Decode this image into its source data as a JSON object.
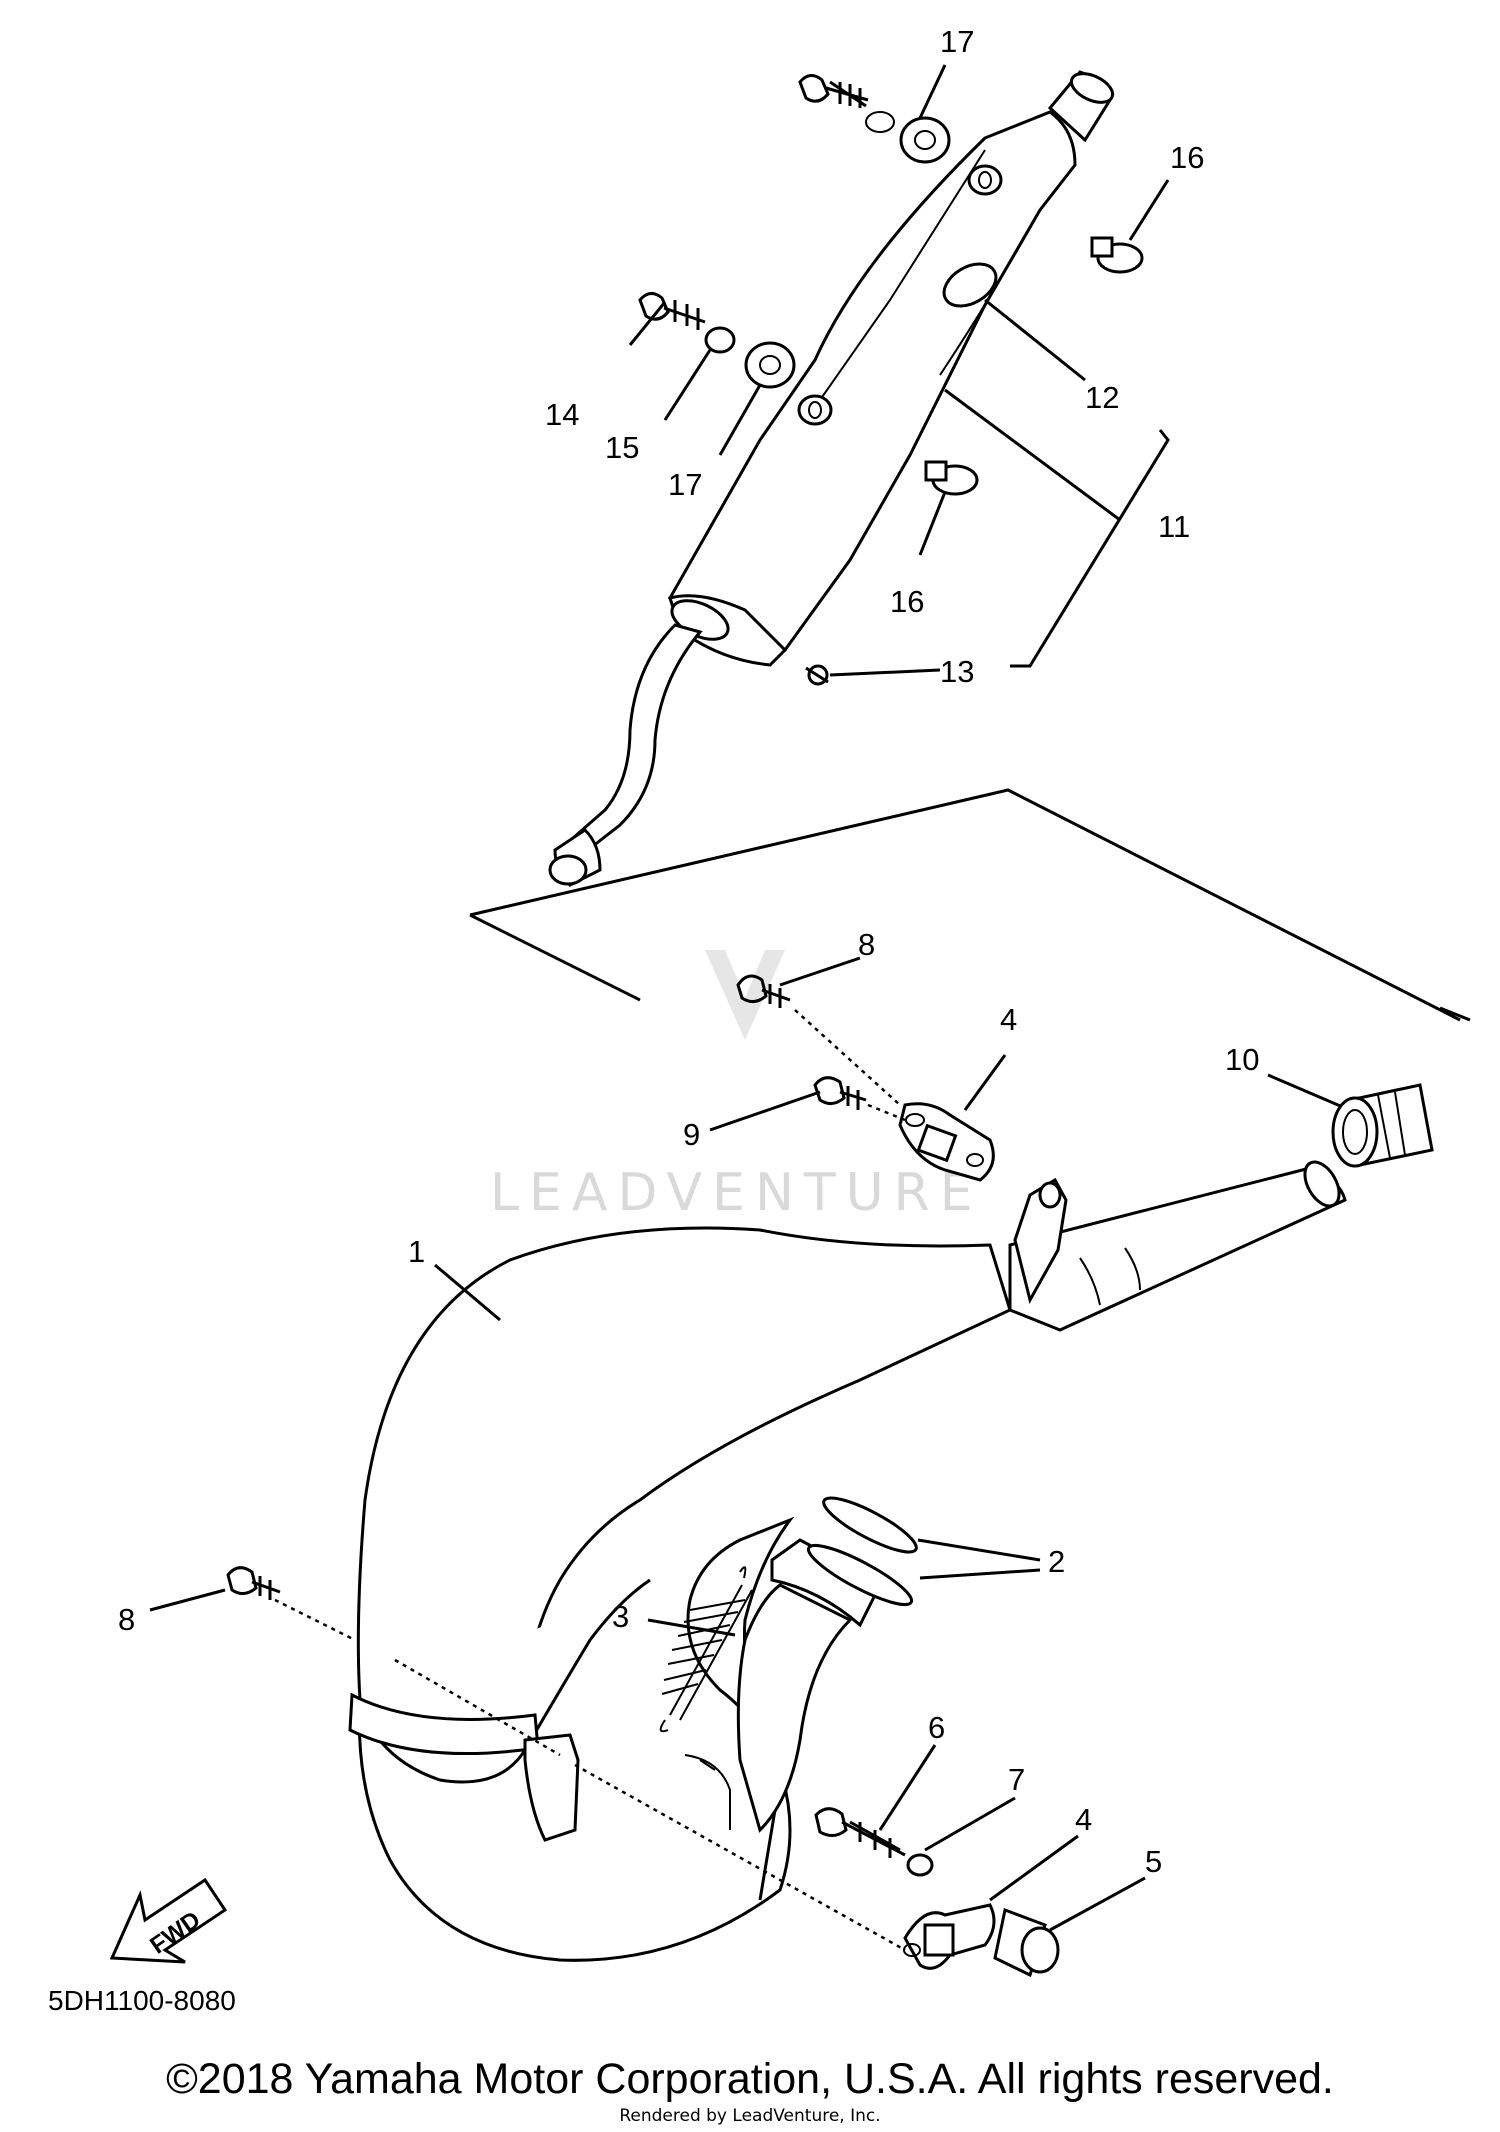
{
  "callouts": {
    "c1": "1",
    "c2": "2",
    "c3": "3",
    "c4a": "4",
    "c4b": "4",
    "c5": "5",
    "c6": "6",
    "c7": "7",
    "c8a": "8",
    "c8b": "8",
    "c9": "9",
    "c10": "10",
    "c11": "11",
    "c12": "12",
    "c13": "13",
    "c14": "14",
    "c15": "15",
    "c16a": "16",
    "c16b": "16",
    "c17a": "17",
    "c17b": "17"
  },
  "fwd_label": "FWD",
  "diagram_code": "5DH1100-8080",
  "watermark": "LEADVENTURE",
  "copyright": "©2018 Yamaha Motor Corporation, U.S.A. All rights reserved.",
  "rendered_by": "Rendered by LeadVenture, Inc."
}
